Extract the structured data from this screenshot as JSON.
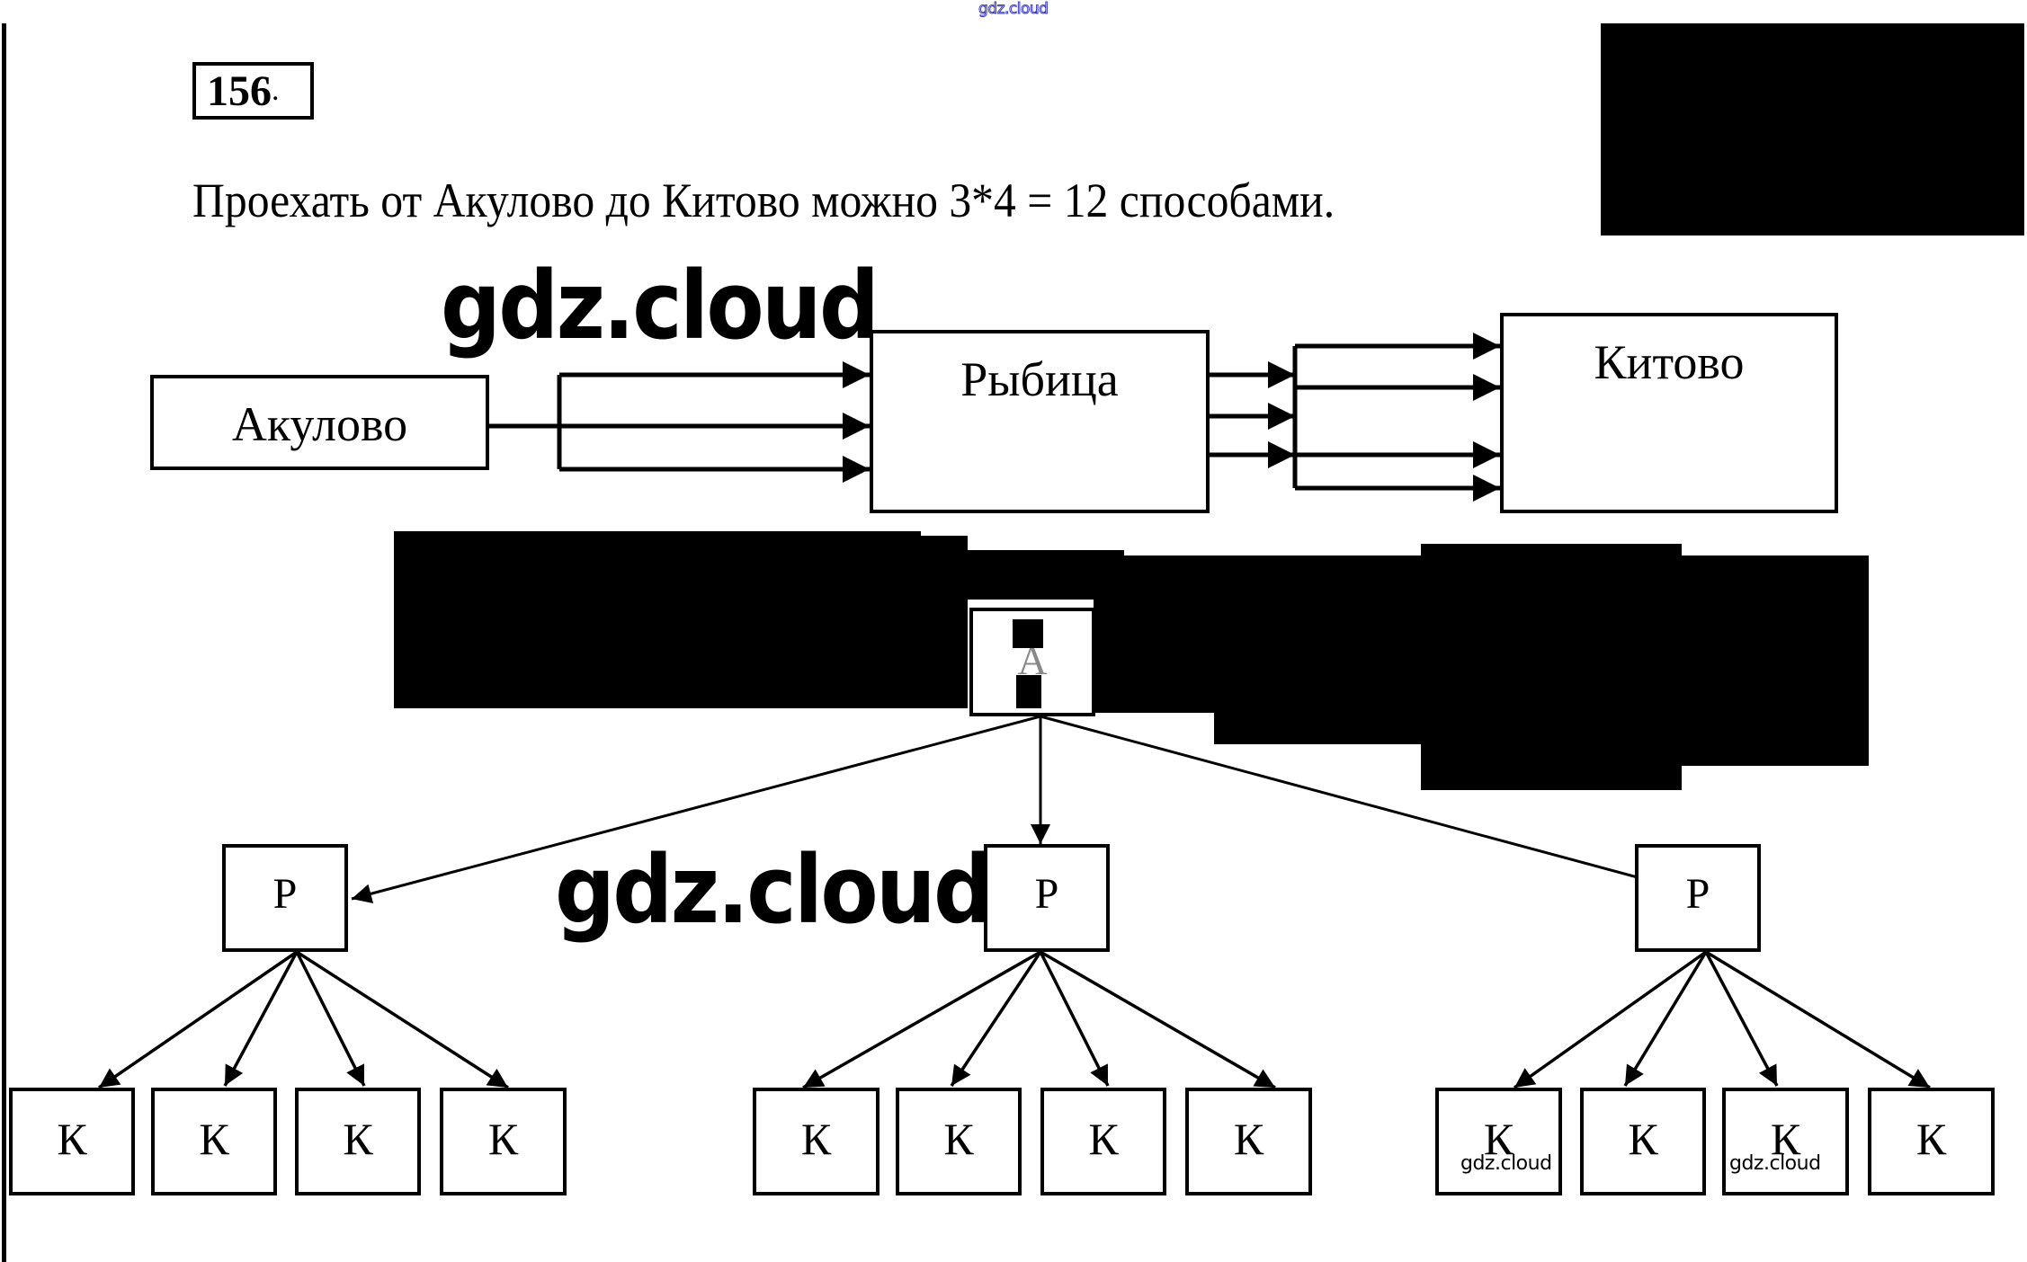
{
  "watermark_top": "gdz.cloud",
  "problem": {
    "number": "156",
    "number_suffix": ".",
    "statement": "Проехать от Акулово до Китово можно 3*4 = 12 способами."
  },
  "route_diagram": {
    "start": "Акулово",
    "middle": "Рыбица",
    "end": "Китово",
    "roads_start_to_middle": 3,
    "roads_middle_to_end": 4
  },
  "tree": {
    "root": "А",
    "level1": [
      "Р",
      "Р",
      "Р"
    ],
    "level2": [
      [
        "К",
        "К",
        "К",
        "К"
      ],
      [
        "К",
        "К",
        "К",
        "К"
      ],
      [
        "К",
        "К",
        "К",
        "К"
      ]
    ]
  },
  "watermarks": {
    "big_1": "gdz.cloud",
    "big_2": "gdz.cloud",
    "small_1": "gdz.cloud",
    "small_2": "gdz.cloud"
  }
}
